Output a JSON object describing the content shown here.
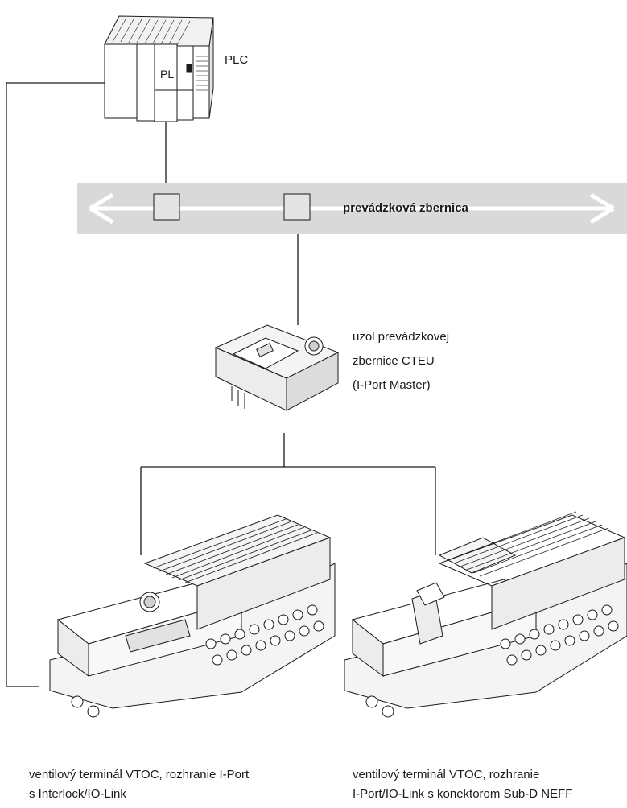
{
  "labels": {
    "plc": "PLC",
    "plc_module_text": "PL",
    "bus": "prevádzková zbernica",
    "node": [
      "uzol prevádzkovej",
      "zbernice CTEU",
      "(I-Port Master)"
    ],
    "terminal_left": [
      "ventilový terminál VTOC, rozhranie I-Port",
      "s Interlock/IO-Link"
    ],
    "terminal_right": [
      "ventilový terminál VTOC, rozhranie",
      "I-Port/IO-Link s konektorom Sub-D NEFF"
    ]
  },
  "colors": {
    "line": "#1a1a1a",
    "bus_band": "#d9d9d9",
    "bus_arrow": "#ffffff",
    "connector_box": "#e4e4e4",
    "device_fill": "#ffffff",
    "device_shade": "#ececec"
  }
}
